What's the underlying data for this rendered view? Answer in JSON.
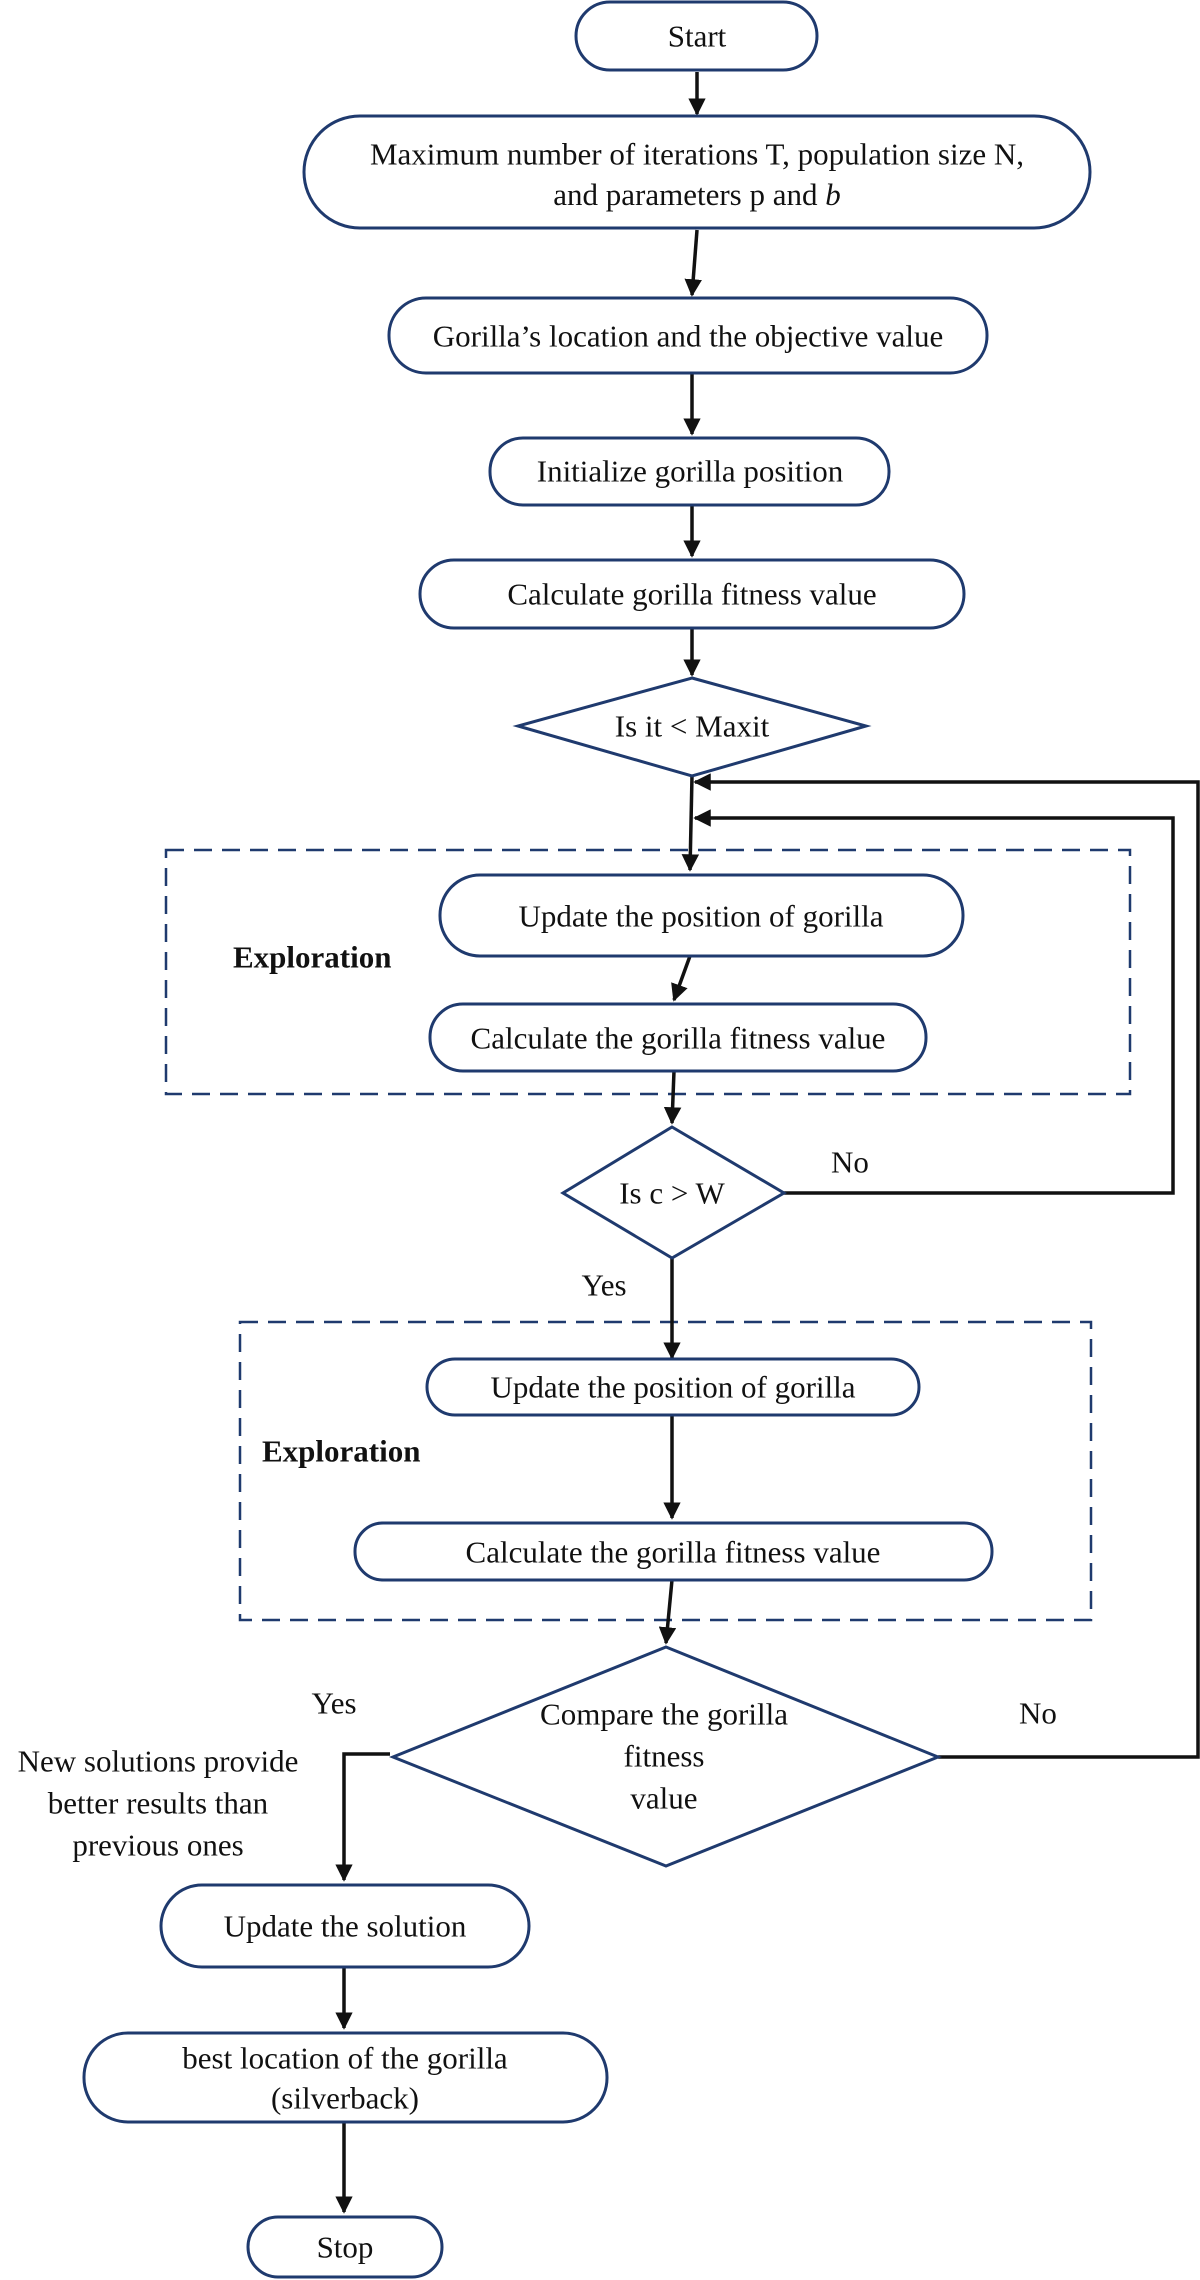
{
  "flowchart": {
    "start": "Start",
    "params_line1": "Maximum number of iterations T, population size N,",
    "params_line2_prefix": "and parameters p and ",
    "params_line2_var": "b",
    "location_objective": "Gorilla’s location and the objective value",
    "initialize": "Initialize gorilla position",
    "calc_fitness": "Calculate gorilla fitness value",
    "decision_maxit": "Is it < Maxit",
    "exploration1": {
      "label": "Exploration",
      "update": "Update the position of gorilla",
      "calc": "Calculate the gorilla fitness value"
    },
    "decision_cw": "Is c > W",
    "cw_no": "No",
    "cw_yes": "Yes",
    "exploration2": {
      "label": "Exploration",
      "update": "Update the position of gorilla",
      "calc": "Calculate the gorilla fitness value"
    },
    "compare_line1": "Compare the gorilla",
    "compare_line2": "fitness",
    "compare_line3": "value",
    "compare_yes": "Yes",
    "compare_no": "No",
    "better_line1": "New solutions provide",
    "better_line2": "better results than",
    "better_line3": "previous ones",
    "update_solution": "Update the solution",
    "best_line1": "best location of the gorilla",
    "best_line2": "(silverback)",
    "stop": "Stop"
  }
}
